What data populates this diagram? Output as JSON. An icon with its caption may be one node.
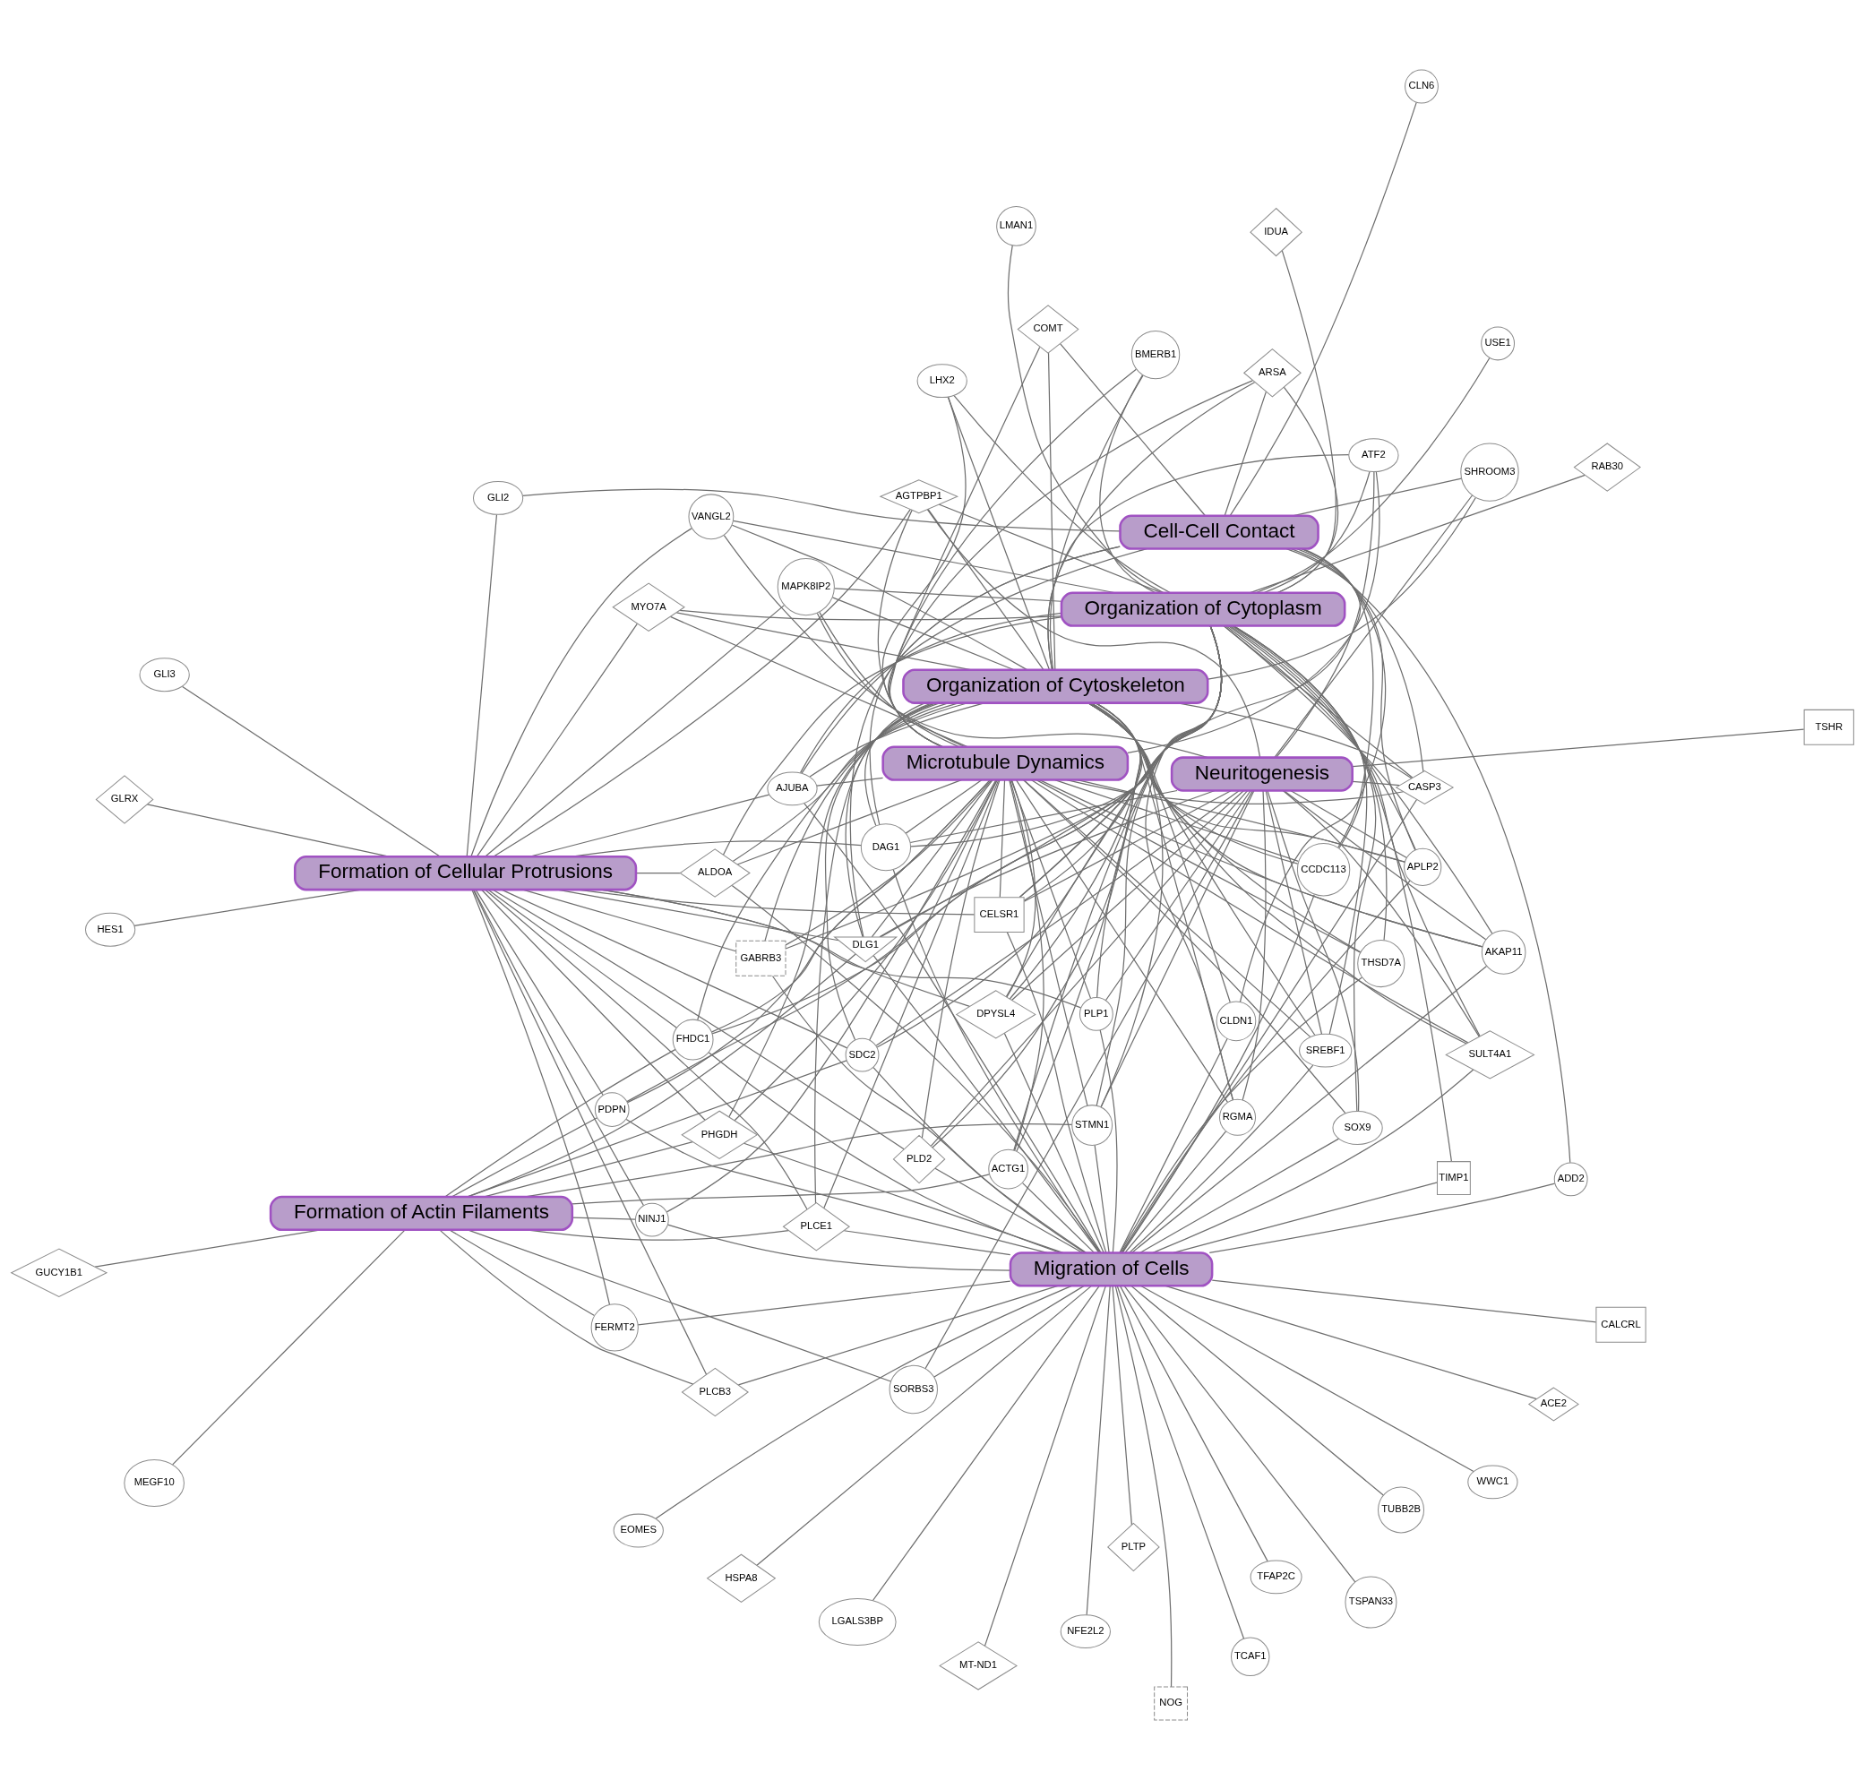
{
  "diagram": {
    "nodes": [
      {
        "text": [
          "Cell-Cell Contact"
        ]
      },
      {
        "text": [
          "Organization of Cytoskeleton"
        ]
      },
      {
        "text": [
          "Organization of Cytoplasm"
        ]
      },
      {
        "text": [
          "Formation of Cellular Protrusions"
        ]
      },
      {
        "text": [
          "Microtubule Dynamics"
        ]
      },
      {
        "text": [
          "Neuritogenesis"
        ]
      },
      {
        "text": [
          "Formation of Actin Filaments"
        ]
      },
      {
        "text": [
          "Migration of Cells"
        ]
      },
      {
        "text": [
          "ACE2"
        ]
      },
      {
        "text": [
          "ACTG1"
        ]
      },
      {
        "text": [
          "ADD2"
        ]
      },
      {
        "text": [
          "AGTPBP1"
        ]
      },
      {
        "text": [
          "AJUBA"
        ]
      },
      {
        "text": [
          "AKAP11"
        ]
      },
      {
        "text": [
          "ALDOA"
        ]
      },
      {
        "text": [
          "APLP2"
        ]
      },
      {
        "text": [
          "ARSA"
        ]
      },
      {
        "text": [
          "ATF2"
        ]
      },
      {
        "text": [
          "BMERB1"
        ]
      },
      {
        "text": [
          "CALCRL"
        ]
      },
      {
        "text": [
          "CASP3"
        ]
      },
      {
        "text": [
          "CCDC113"
        ]
      },
      {
        "text": [
          "CELSR1"
        ]
      },
      {
        "text": [
          "CLDN1"
        ]
      },
      {
        "text": [
          "CLN6"
        ]
      },
      {
        "text": [
          "COMT"
        ]
      },
      {
        "text": [
          "DAG1"
        ]
      },
      {
        "text": [
          "DLG1"
        ]
      },
      {
        "text": [
          "DPYSL4"
        ]
      },
      {
        "text": [
          "EOMES"
        ]
      },
      {
        "text": [
          "FERMT2"
        ]
      },
      {
        "text": [
          "FHDC1"
        ]
      },
      {
        "text": [
          "GABRB3"
        ]
      },
      {
        "text": [
          "GLI2"
        ]
      },
      {
        "text": [
          "GLI3"
        ]
      },
      {
        "text": [
          "GLRX"
        ]
      },
      {
        "text": [
          "GUCY1B1"
        ]
      },
      {
        "text": [
          "HES1"
        ]
      },
      {
        "text": [
          "HSPA8"
        ]
      },
      {
        "text": [
          "IDUA"
        ]
      },
      {
        "text": [
          "LGALS3BP"
        ]
      },
      {
        "text": [
          "LHX2"
        ]
      },
      {
        "text": [
          "LMAN1"
        ]
      },
      {
        "text": [
          "MAPK8IP2"
        ]
      },
      {
        "text": [
          "MEGF10"
        ]
      },
      {
        "text": [
          "MT-ND1"
        ]
      },
      {
        "text": [
          "MYO7A"
        ]
      },
      {
        "text": [
          "NFE2L2"
        ]
      },
      {
        "text": [
          "NINJ1"
        ]
      },
      {
        "text": [
          "NOG"
        ]
      },
      {
        "text": [
          "PDPN"
        ]
      },
      {
        "text": [
          "PHGDH"
        ]
      },
      {
        "text": [
          "PLCB3"
        ]
      },
      {
        "text": [
          "PLCE1"
        ]
      },
      {
        "text": [
          "PLD2"
        ]
      },
      {
        "text": [
          "PLP1"
        ]
      },
      {
        "text": [
          "PLTP"
        ]
      },
      {
        "text": [
          "RAB30"
        ]
      },
      {
        "text": [
          "RGMA"
        ]
      },
      {
        "text": [
          "SDC2"
        ]
      },
      {
        "text": [
          "SHROOM3"
        ]
      },
      {
        "text": [
          "SORBS3"
        ]
      },
      {
        "text": [
          "SOX9"
        ]
      },
      {
        "text": [
          "SREBF1"
        ]
      },
      {
        "text": [
          "STMN1"
        ]
      },
      {
        "text": [
          "SULT4A1"
        ]
      },
      {
        "text": [
          "TCAF1"
        ]
      },
      {
        "text": [
          "TFAP2C"
        ]
      },
      {
        "text": [
          "THSD7A"
        ]
      },
      {
        "text": [
          "TIMP1"
        ]
      },
      {
        "text": [
          "TSHR"
        ]
      },
      {
        "text": [
          "TSPAN33"
        ]
      },
      {
        "text": [
          "TUBB2B"
        ]
      },
      {
        "text": [
          "USE1"
        ]
      },
      {
        "text": [
          "VANGL2"
        ]
      },
      {
        "text": [
          "WWC1"
        ]
      }
    ],
    "edges": [
      {
        "from": 8,
        "to": 7,
        "arrow": "none"
      },
      {
        "from": 9,
        "to": 1,
        "arrow": "none"
      },
      {
        "from": 9,
        "to": 2,
        "arrow": "none"
      },
      {
        "from": 9,
        "to": 4,
        "arrow": "none"
      },
      {
        "from": 9,
        "to": 6,
        "arrow": "none"
      },
      {
        "from": 9,
        "to": 7,
        "arrow": "none"
      },
      {
        "from": 10,
        "to": 0,
        "arrow": "none"
      },
      {
        "from": 10,
        "to": 7,
        "arrow": "none"
      },
      {
        "from": 11,
        "to": 1,
        "arrow": "none"
      },
      {
        "from": 11,
        "to": 2,
        "arrow": "none"
      },
      {
        "from": 11,
        "to": 3,
        "arrow": "none"
      },
      {
        "from": 11,
        "to": 4,
        "arrow": "none"
      },
      {
        "from": 11,
        "to": 5,
        "arrow": "none"
      },
      {
        "from": 12,
        "to": 0,
        "arrow": "none"
      },
      {
        "from": 12,
        "to": 1,
        "arrow": "none"
      },
      {
        "from": 12,
        "to": 2,
        "arrow": "none"
      },
      {
        "from": 12,
        "to": 3,
        "arrow": "none"
      },
      {
        "from": 12,
        "to": 4,
        "arrow": "none"
      },
      {
        "from": 12,
        "to": 7,
        "arrow": "none"
      },
      {
        "from": 13,
        "to": 1,
        "arrow": "none"
      },
      {
        "from": 13,
        "to": 2,
        "arrow": "none"
      },
      {
        "from": 13,
        "to": 4,
        "arrow": "none"
      },
      {
        "from": 13,
        "to": 5,
        "arrow": "none"
      },
      {
        "from": 13,
        "to": 7,
        "arrow": "none"
      },
      {
        "from": 14,
        "to": 1,
        "arrow": "none"
      },
      {
        "from": 14,
        "to": 2,
        "arrow": "none"
      },
      {
        "from": 14,
        "to": 3,
        "arrow": "none"
      },
      {
        "from": 14,
        "to": 4,
        "arrow": "none"
      },
      {
        "from": 14,
        "to": 7,
        "arrow": "none"
      },
      {
        "from": 15,
        "to": 0,
        "arrow": "none"
      },
      {
        "from": 15,
        "to": 1,
        "arrow": "none"
      },
      {
        "from": 15,
        "to": 2,
        "arrow": "none"
      },
      {
        "from": 15,
        "to": 4,
        "arrow": "none"
      },
      {
        "from": 15,
        "to": 5,
        "arrow": "none"
      },
      {
        "from": 15,
        "to": 7,
        "arrow": "none"
      },
      {
        "from": 16,
        "to": 0,
        "arrow": "none"
      },
      {
        "from": 16,
        "to": 1,
        "arrow": "none"
      },
      {
        "from": 16,
        "to": 2,
        "arrow": "none"
      },
      {
        "from": 16,
        "to": 4,
        "arrow": "none"
      },
      {
        "from": 17,
        "to": 1,
        "arrow": "none"
      },
      {
        "from": 17,
        "to": 2,
        "arrow": "none"
      },
      {
        "from": 17,
        "to": 4,
        "arrow": "none"
      },
      {
        "from": 17,
        "to": 5,
        "arrow": "none"
      },
      {
        "from": 18,
        "to": 1,
        "arrow": "none"
      },
      {
        "from": 18,
        "to": 2,
        "arrow": "none"
      },
      {
        "from": 18,
        "to": 4,
        "arrow": "none"
      },
      {
        "from": 19,
        "to": 7,
        "arrow": "none"
      },
      {
        "from": 20,
        "to": 0,
        "arrow": "none"
      },
      {
        "from": 20,
        "to": 1,
        "arrow": "none"
      },
      {
        "from": 20,
        "to": 2,
        "arrow": "none"
      },
      {
        "from": 20,
        "to": 4,
        "arrow": "none"
      },
      {
        "from": 20,
        "to": 5,
        "arrow": "none"
      },
      {
        "from": 20,
        "to": 7,
        "arrow": "none"
      },
      {
        "from": 21,
        "to": 0,
        "arrow": "none"
      },
      {
        "from": 21,
        "to": 1,
        "arrow": "none"
      },
      {
        "from": 21,
        "to": 2,
        "arrow": "none"
      },
      {
        "from": 21,
        "to": 4,
        "arrow": "none"
      },
      {
        "from": 21,
        "to": 7,
        "arrow": "none"
      },
      {
        "from": 22,
        "to": 0,
        "arrow": "none"
      },
      {
        "from": 22,
        "to": 1,
        "arrow": "none"
      },
      {
        "from": 22,
        "to": 2,
        "arrow": "none"
      },
      {
        "from": 22,
        "to": 3,
        "arrow": "none"
      },
      {
        "from": 22,
        "to": 4,
        "arrow": "none"
      },
      {
        "from": 22,
        "to": 5,
        "arrow": "none"
      },
      {
        "from": 22,
        "to": 7,
        "arrow": "none"
      },
      {
        "from": 23,
        "to": 0,
        "arrow": "none"
      },
      {
        "from": 23,
        "to": 1,
        "arrow": "none"
      },
      {
        "from": 23,
        "to": 7,
        "arrow": "none"
      },
      {
        "from": 24,
        "to": 0,
        "arrow": "none"
      },
      {
        "from": 25,
        "to": 0,
        "arrow": "none"
      },
      {
        "from": 25,
        "to": 1,
        "arrow": "none"
      },
      {
        "from": 25,
        "to": 4,
        "arrow": "none"
      },
      {
        "from": 26,
        "to": 0,
        "arrow": "none"
      },
      {
        "from": 26,
        "to": 1,
        "arrow": "none"
      },
      {
        "from": 26,
        "to": 2,
        "arrow": "none"
      },
      {
        "from": 26,
        "to": 3,
        "arrow": "none"
      },
      {
        "from": 26,
        "to": 4,
        "arrow": "none"
      },
      {
        "from": 26,
        "to": 5,
        "arrow": "none"
      },
      {
        "from": 26,
        "to": 7,
        "arrow": "none"
      },
      {
        "from": 27,
        "to": 0,
        "arrow": "none"
      },
      {
        "from": 27,
        "to": 1,
        "arrow": "none"
      },
      {
        "from": 27,
        "to": 2,
        "arrow": "none"
      },
      {
        "from": 27,
        "to": 3,
        "arrow": "none"
      },
      {
        "from": 27,
        "to": 4,
        "arrow": "none"
      },
      {
        "from": 27,
        "to": 5,
        "arrow": "none"
      },
      {
        "from": 27,
        "to": 6,
        "arrow": "none"
      },
      {
        "from": 27,
        "to": 7,
        "arrow": "none"
      },
      {
        "from": 28,
        "to": 1,
        "arrow": "none"
      },
      {
        "from": 28,
        "to": 2,
        "arrow": "none"
      },
      {
        "from": 28,
        "to": 3,
        "arrow": "none"
      },
      {
        "from": 28,
        "to": 4,
        "arrow": "none"
      },
      {
        "from": 28,
        "to": 5,
        "arrow": "none"
      },
      {
        "from": 28,
        "to": 7,
        "arrow": "none"
      },
      {
        "from": 29,
        "to": 7,
        "arrow": "none"
      },
      {
        "from": 30,
        "to": 3,
        "arrow": "none"
      },
      {
        "from": 30,
        "to": 6,
        "arrow": "none"
      },
      {
        "from": 30,
        "to": 7,
        "arrow": "none"
      },
      {
        "from": 31,
        "to": 1,
        "arrow": "none"
      },
      {
        "from": 31,
        "to": 2,
        "arrow": "none"
      },
      {
        "from": 31,
        "to": 3,
        "arrow": "none"
      },
      {
        "from": 31,
        "to": 4,
        "arrow": "none"
      },
      {
        "from": 31,
        "to": 6,
        "arrow": "none"
      },
      {
        "from": 31,
        "to": 7,
        "arrow": "none"
      },
      {
        "from": 32,
        "to": 1,
        "arrow": "none"
      },
      {
        "from": 32,
        "to": 2,
        "arrow": "none"
      },
      {
        "from": 32,
        "to": 3,
        "arrow": "none"
      },
      {
        "from": 32,
        "to": 4,
        "arrow": "none"
      },
      {
        "from": 32,
        "to": 7,
        "arrow": "none"
      },
      {
        "from": 33,
        "to": 0,
        "arrow": "none"
      },
      {
        "from": 33,
        "to": 3,
        "arrow": "none"
      },
      {
        "from": 34,
        "to": 3,
        "arrow": "none"
      },
      {
        "from": 35,
        "to": 3,
        "arrow": "none"
      },
      {
        "from": 36,
        "to": 6,
        "arrow": "none"
      },
      {
        "from": 37,
        "to": 3,
        "arrow": "none"
      },
      {
        "from": 38,
        "to": 7,
        "arrow": "none"
      },
      {
        "from": 39,
        "to": 2,
        "arrow": "none"
      },
      {
        "from": 40,
        "to": 7,
        "arrow": "none"
      },
      {
        "from": 41,
        "to": 1,
        "arrow": "none"
      },
      {
        "from": 41,
        "to": 2,
        "arrow": "none"
      },
      {
        "from": 41,
        "to": 4,
        "arrow": "none"
      },
      {
        "from": 42,
        "to": 2,
        "arrow": "none"
      },
      {
        "from": 43,
        "to": 1,
        "arrow": "none"
      },
      {
        "from": 43,
        "to": 2,
        "arrow": "none"
      },
      {
        "from": 43,
        "to": 3,
        "arrow": "none"
      },
      {
        "from": 43,
        "to": 4,
        "arrow": "none"
      },
      {
        "from": 43,
        "to": 5,
        "arrow": "none"
      },
      {
        "from": 44,
        "to": 6,
        "arrow": "none"
      },
      {
        "from": 45,
        "to": 7,
        "arrow": "none"
      },
      {
        "from": 46,
        "to": 1,
        "arrow": "none"
      },
      {
        "from": 46,
        "to": 2,
        "arrow": "none"
      },
      {
        "from": 46,
        "to": 3,
        "arrow": "none"
      },
      {
        "from": 46,
        "to": 4,
        "arrow": "none"
      },
      {
        "from": 47,
        "to": 7,
        "arrow": "none"
      },
      {
        "from": 48,
        "to": 3,
        "arrow": "none"
      },
      {
        "from": 48,
        "to": 4,
        "arrow": "none"
      },
      {
        "from": 48,
        "to": 6,
        "arrow": "none"
      },
      {
        "from": 48,
        "to": 7,
        "arrow": "none"
      },
      {
        "from": 49,
        "to": 7,
        "arrow": "none"
      },
      {
        "from": 50,
        "to": 2,
        "arrow": "none"
      },
      {
        "from": 50,
        "to": 3,
        "arrow": "none"
      },
      {
        "from": 50,
        "to": 4,
        "arrow": "none"
      },
      {
        "from": 50,
        "to": 6,
        "arrow": "none"
      },
      {
        "from": 50,
        "to": 7,
        "arrow": "none"
      },
      {
        "from": 51,
        "to": 1,
        "arrow": "none"
      },
      {
        "from": 51,
        "to": 3,
        "arrow": "none"
      },
      {
        "from": 51,
        "to": 4,
        "arrow": "none"
      },
      {
        "from": 51,
        "to": 6,
        "arrow": "none"
      },
      {
        "from": 51,
        "to": 7,
        "arrow": "none"
      },
      {
        "from": 52,
        "to": 3,
        "arrow": "none"
      },
      {
        "from": 52,
        "to": 6,
        "arrow": "none"
      },
      {
        "from": 52,
        "to": 7,
        "arrow": "none"
      },
      {
        "from": 53,
        "to": 1,
        "arrow": "none"
      },
      {
        "from": 53,
        "to": 3,
        "arrow": "none"
      },
      {
        "from": 53,
        "to": 4,
        "arrow": "none"
      },
      {
        "from": 53,
        "to": 6,
        "arrow": "none"
      },
      {
        "from": 53,
        "to": 7,
        "arrow": "none"
      },
      {
        "from": 54,
        "to": 1,
        "arrow": "none"
      },
      {
        "from": 54,
        "to": 3,
        "arrow": "none"
      },
      {
        "from": 54,
        "to": 4,
        "arrow": "none"
      },
      {
        "from": 54,
        "to": 5,
        "arrow": "none"
      },
      {
        "from": 54,
        "to": 7,
        "arrow": "none"
      },
      {
        "from": 55,
        "to": 2,
        "arrow": "none"
      },
      {
        "from": 55,
        "to": 3,
        "arrow": "none"
      },
      {
        "from": 55,
        "to": 4,
        "arrow": "none"
      },
      {
        "from": 55,
        "to": 5,
        "arrow": "none"
      },
      {
        "from": 55,
        "to": 7,
        "arrow": "none"
      },
      {
        "from": 56,
        "to": 7,
        "arrow": "none"
      },
      {
        "from": 57,
        "to": 2,
        "arrow": "none"
      },
      {
        "from": 58,
        "to": 1,
        "arrow": "none"
      },
      {
        "from": 58,
        "to": 2,
        "arrow": "none"
      },
      {
        "from": 58,
        "to": 4,
        "arrow": "none"
      },
      {
        "from": 58,
        "to": 5,
        "arrow": "none"
      },
      {
        "from": 58,
        "to": 7,
        "arrow": "none"
      },
      {
        "from": 59,
        "to": 1,
        "arrow": "none"
      },
      {
        "from": 59,
        "to": 2,
        "arrow": "none"
      },
      {
        "from": 59,
        "to": 3,
        "arrow": "none"
      },
      {
        "from": 59,
        "to": 4,
        "arrow": "none"
      },
      {
        "from": 59,
        "to": 5,
        "arrow": "none"
      },
      {
        "from": 59,
        "to": 6,
        "arrow": "none"
      },
      {
        "from": 59,
        "to": 7,
        "arrow": "none"
      },
      {
        "from": 60,
        "to": 0,
        "arrow": "none"
      },
      {
        "from": 60,
        "to": 1,
        "arrow": "none"
      },
      {
        "from": 60,
        "to": 5,
        "arrow": "none"
      },
      {
        "from": 61,
        "to": 5,
        "arrow": "none"
      },
      {
        "from": 61,
        "to": 6,
        "arrow": "none"
      },
      {
        "from": 61,
        "to": 7,
        "arrow": "none"
      },
      {
        "from": 62,
        "to": 2,
        "arrow": "none"
      },
      {
        "from": 62,
        "to": 4,
        "arrow": "none"
      },
      {
        "from": 62,
        "to": 5,
        "arrow": "none"
      },
      {
        "from": 62,
        "to": 7,
        "arrow": "none"
      },
      {
        "from": 63,
        "to": 1,
        "arrow": "none"
      },
      {
        "from": 63,
        "to": 2,
        "arrow": "none"
      },
      {
        "from": 63,
        "to": 4,
        "arrow": "none"
      },
      {
        "from": 63,
        "to": 5,
        "arrow": "none"
      },
      {
        "from": 63,
        "to": 7,
        "arrow": "none"
      },
      {
        "from": 64,
        "to": 1,
        "arrow": "none"
      },
      {
        "from": 64,
        "to": 2,
        "arrow": "none"
      },
      {
        "from": 64,
        "to": 4,
        "arrow": "none"
      },
      {
        "from": 64,
        "to": 5,
        "arrow": "none"
      },
      {
        "from": 64,
        "to": 6,
        "arrow": "none"
      },
      {
        "from": 64,
        "to": 7,
        "arrow": "none"
      },
      {
        "from": 65,
        "to": 1,
        "arrow": "none"
      },
      {
        "from": 65,
        "to": 2,
        "arrow": "none"
      },
      {
        "from": 65,
        "to": 4,
        "arrow": "none"
      },
      {
        "from": 65,
        "to": 5,
        "arrow": "none"
      },
      {
        "from": 65,
        "to": 7,
        "arrow": "none"
      },
      {
        "from": 66,
        "to": 7,
        "arrow": "none"
      },
      {
        "from": 67,
        "to": 7,
        "arrow": "none"
      },
      {
        "from": 68,
        "to": 1,
        "arrow": "none"
      },
      {
        "from": 68,
        "to": 2,
        "arrow": "none"
      },
      {
        "from": 68,
        "to": 4,
        "arrow": "none"
      },
      {
        "from": 68,
        "to": 7,
        "arrow": "none"
      },
      {
        "from": 69,
        "to": 2,
        "arrow": "none"
      },
      {
        "from": 69,
        "to": 7,
        "arrow": "none"
      },
      {
        "from": 70,
        "to": 5,
        "arrow": "none"
      },
      {
        "from": 71,
        "to": 7,
        "arrow": "none"
      },
      {
        "from": 72,
        "to": 7,
        "arrow": "none"
      },
      {
        "from": 73,
        "to": 2,
        "arrow": "none"
      },
      {
        "from": 74,
        "to": 1,
        "arrow": "none"
      },
      {
        "from": 74,
        "to": 2,
        "arrow": "none"
      },
      {
        "from": 74,
        "to": 3,
        "arrow": "none"
      },
      {
        "from": 74,
        "to": 4,
        "arrow": "none"
      },
      {
        "from": 75,
        "to": 7,
        "arrow": "none"
      }
    ]
  }
}
